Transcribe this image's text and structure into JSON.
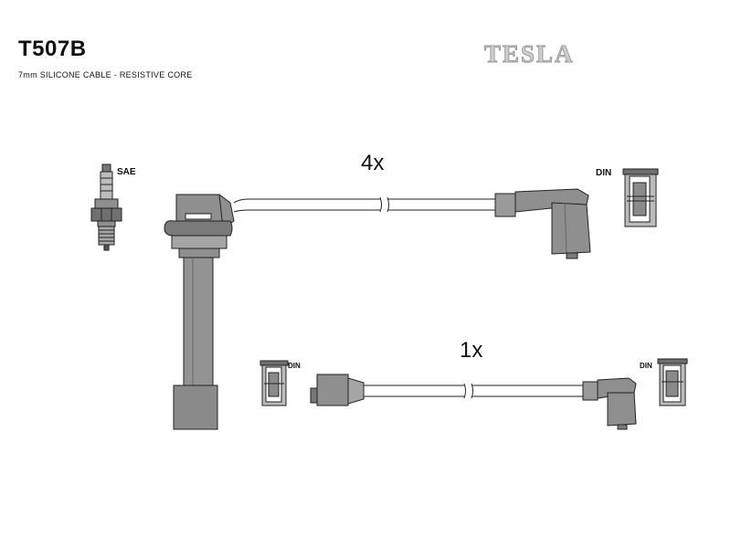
{
  "header": {
    "part_code": "T507B",
    "subtitle": "7mm SILICONE CABLE - RESISTIVE CORE",
    "brand": "TESLA"
  },
  "labels": {
    "spark_plug": "SAE",
    "din_top": "DIN",
    "din_left": "DIN",
    "din_right": "DIN"
  },
  "cables": [
    {
      "quantity": "4x"
    },
    {
      "quantity": "1x"
    }
  ],
  "colors": {
    "part_fill": "#8f8f8f",
    "part_stroke": "#222222",
    "background": "#ffffff"
  }
}
